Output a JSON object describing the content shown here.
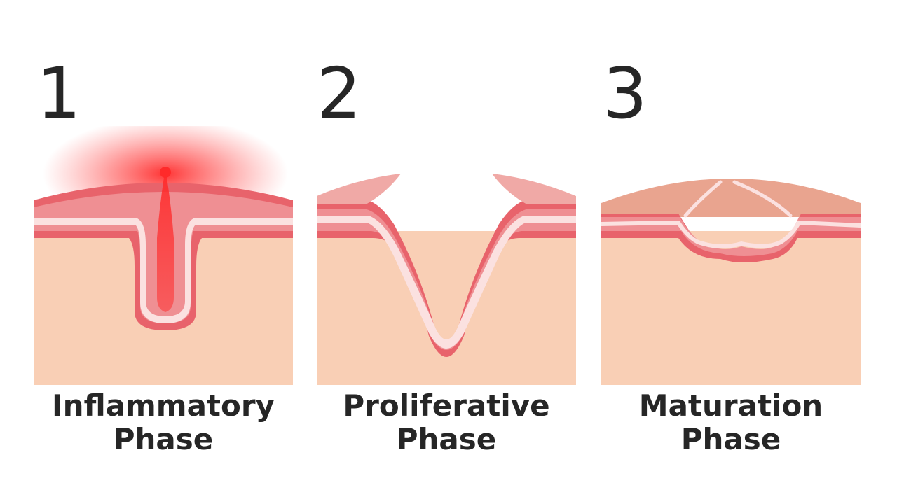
{
  "stages": [
    {
      "number": "1",
      "label_line1": "Inflammatory",
      "label_line2": "Phase"
    },
    {
      "number": "2",
      "label_line1": "Proliferative",
      "label_line2": "Phase"
    },
    {
      "number": "3",
      "label_line1": "Maturation",
      "label_line2": "Phase"
    }
  ],
  "colors": {
    "text": "#262626",
    "dermis": "#f9cfb5",
    "epidermis_dark": "#e8636b",
    "epidermis_mid": "#ef8f93",
    "epidermis_light": "#fbe1e0",
    "inflammation": "#ff2a2a",
    "scab": "#e9a48f"
  }
}
